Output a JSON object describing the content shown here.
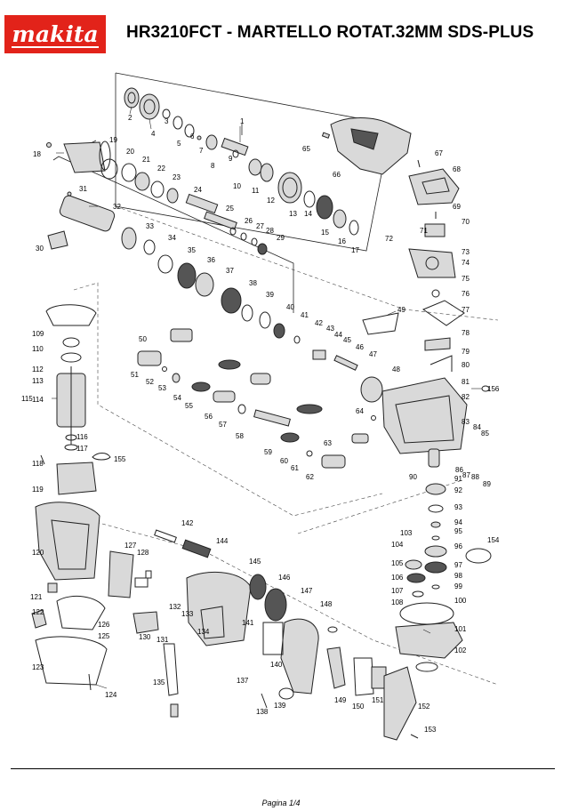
{
  "header": {
    "brand": "makita",
    "brand_color": "#e2231a",
    "title": "HR3210FCT - MARTELLO ROTAT.32MM SDS-PLUS"
  },
  "diagram": {
    "type": "exploded parts view",
    "callouts": [
      {
        "n": "1"
      },
      {
        "n": "2"
      },
      {
        "n": "3"
      },
      {
        "n": "4"
      },
      {
        "n": "5"
      },
      {
        "n": "6"
      },
      {
        "n": "7"
      },
      {
        "n": "8"
      },
      {
        "n": "9"
      },
      {
        "n": "10"
      },
      {
        "n": "11"
      },
      {
        "n": "12"
      },
      {
        "n": "13"
      },
      {
        "n": "14"
      },
      {
        "n": "15"
      },
      {
        "n": "16"
      },
      {
        "n": "17"
      },
      {
        "n": "18"
      },
      {
        "n": "19"
      },
      {
        "n": "20"
      },
      {
        "n": "21"
      },
      {
        "n": "22"
      },
      {
        "n": "23"
      },
      {
        "n": "24"
      },
      {
        "n": "25"
      },
      {
        "n": "26"
      },
      {
        "n": "27"
      },
      {
        "n": "28"
      },
      {
        "n": "29"
      },
      {
        "n": "30"
      },
      {
        "n": "31"
      },
      {
        "n": "32"
      },
      {
        "n": "33"
      },
      {
        "n": "34"
      },
      {
        "n": "35"
      },
      {
        "n": "36"
      },
      {
        "n": "37"
      },
      {
        "n": "38"
      },
      {
        "n": "39"
      },
      {
        "n": "40"
      },
      {
        "n": "41"
      },
      {
        "n": "42"
      },
      {
        "n": "43"
      },
      {
        "n": "44"
      },
      {
        "n": "45"
      },
      {
        "n": "46"
      },
      {
        "n": "47"
      },
      {
        "n": "48"
      },
      {
        "n": "49"
      },
      {
        "n": "50"
      },
      {
        "n": "51"
      },
      {
        "n": "52"
      },
      {
        "n": "53"
      },
      {
        "n": "54"
      },
      {
        "n": "55"
      },
      {
        "n": "56"
      },
      {
        "n": "57"
      },
      {
        "n": "58"
      },
      {
        "n": "59"
      },
      {
        "n": "60"
      },
      {
        "n": "61"
      },
      {
        "n": "62"
      },
      {
        "n": "63"
      },
      {
        "n": "64"
      },
      {
        "n": "65"
      },
      {
        "n": "66"
      },
      {
        "n": "67"
      },
      {
        "n": "68"
      },
      {
        "n": "69"
      },
      {
        "n": "70"
      },
      {
        "n": "71"
      },
      {
        "n": "72"
      },
      {
        "n": "73"
      },
      {
        "n": "74"
      },
      {
        "n": "75"
      },
      {
        "n": "76"
      },
      {
        "n": "77"
      },
      {
        "n": "78"
      },
      {
        "n": "79"
      },
      {
        "n": "80"
      },
      {
        "n": "81"
      },
      {
        "n": "82"
      },
      {
        "n": "83"
      },
      {
        "n": "84"
      },
      {
        "n": "85"
      },
      {
        "n": "86"
      },
      {
        "n": "87"
      },
      {
        "n": "88"
      },
      {
        "n": "89"
      },
      {
        "n": "90"
      },
      {
        "n": "91"
      },
      {
        "n": "92"
      },
      {
        "n": "93"
      },
      {
        "n": "94"
      },
      {
        "n": "95"
      },
      {
        "n": "96"
      },
      {
        "n": "97"
      },
      {
        "n": "98"
      },
      {
        "n": "99"
      },
      {
        "n": "100"
      },
      {
        "n": "101"
      },
      {
        "n": "102"
      },
      {
        "n": "103"
      },
      {
        "n": "104"
      },
      {
        "n": "105"
      },
      {
        "n": "106"
      },
      {
        "n": "107"
      },
      {
        "n": "108"
      },
      {
        "n": "109"
      },
      {
        "n": "110"
      },
      {
        "n": "112"
      },
      {
        "n": "113"
      },
      {
        "n": "114"
      },
      {
        "n": "115"
      },
      {
        "n": "116"
      },
      {
        "n": "117"
      },
      {
        "n": "118"
      },
      {
        "n": "119"
      },
      {
        "n": "120"
      },
      {
        "n": "121"
      },
      {
        "n": "122"
      },
      {
        "n": "123"
      },
      {
        "n": "124"
      },
      {
        "n": "125"
      },
      {
        "n": "126"
      },
      {
        "n": "127"
      },
      {
        "n": "128"
      },
      {
        "n": "130"
      },
      {
        "n": "131"
      },
      {
        "n": "132"
      },
      {
        "n": "133"
      },
      {
        "n": "134"
      },
      {
        "n": "135"
      },
      {
        "n": "137"
      },
      {
        "n": "138"
      },
      {
        "n": "139"
      },
      {
        "n": "140"
      },
      {
        "n": "141"
      },
      {
        "n": "142"
      },
      {
        "n": "144"
      },
      {
        "n": "145"
      },
      {
        "n": "146"
      },
      {
        "n": "147"
      },
      {
        "n": "148"
      },
      {
        "n": "149"
      },
      {
        "n": "150"
      },
      {
        "n": "151"
      },
      {
        "n": "152"
      },
      {
        "n": "153"
      },
      {
        "n": "154"
      },
      {
        "n": "155"
      },
      {
        "n": "156"
      }
    ]
  },
  "footer": {
    "page_label": "Pagina 1/4"
  }
}
